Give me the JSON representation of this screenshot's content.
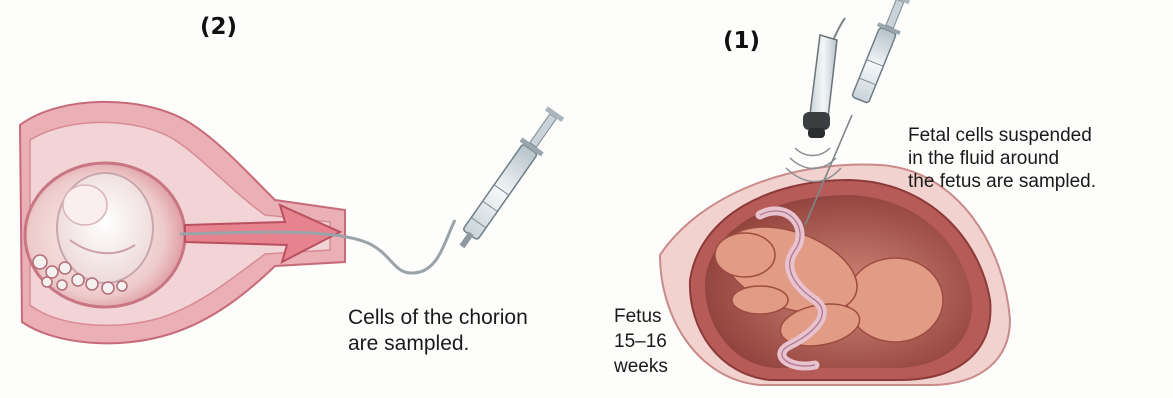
{
  "panels": {
    "left": {
      "number": "(2)",
      "caption": [
        "Cells of the chorion",
        "are sampled."
      ]
    },
    "right": {
      "number": "(1)",
      "caption": [
        "Fetal cells suspended",
        "in the fluid around",
        "the fetus are sampled."
      ]
    }
  },
  "fetus_label": [
    "Fetus",
    "15–16",
    "weeks"
  ],
  "colors": {
    "tissue": "#e79aa5",
    "tissue_dark": "#c85a6c",
    "fetus": "#d98a7a",
    "syringe": "#e7edf1",
    "ink": "#1a1a1a"
  }
}
